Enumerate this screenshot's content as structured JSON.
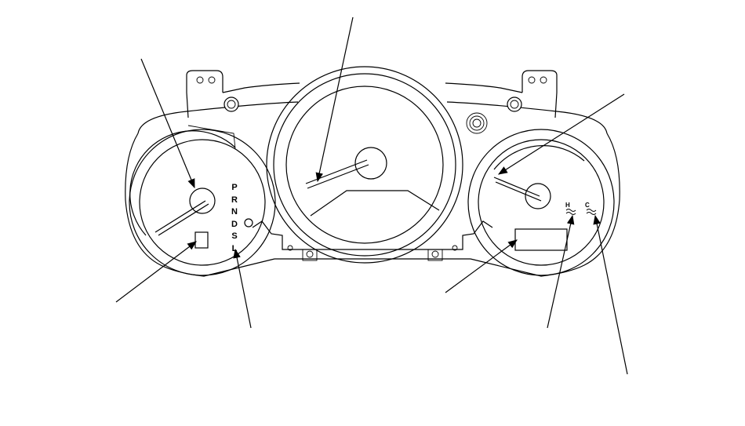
{
  "gear_indicator": [
    "P",
    "R",
    "N",
    "D",
    "S",
    "L"
  ],
  "temp_gauge": {
    "hot_label": "H",
    "cold_label": "C"
  }
}
